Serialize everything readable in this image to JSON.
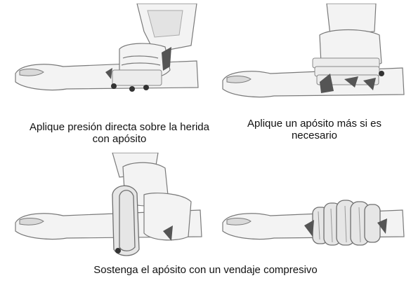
{
  "captions": {
    "step1": "Aplique presión directa sobre la herida con apósito",
    "step2": "Aplique un apósito más si es necesario",
    "step3": "Sostenga el apósito con un vendaje compresivo"
  }
}
